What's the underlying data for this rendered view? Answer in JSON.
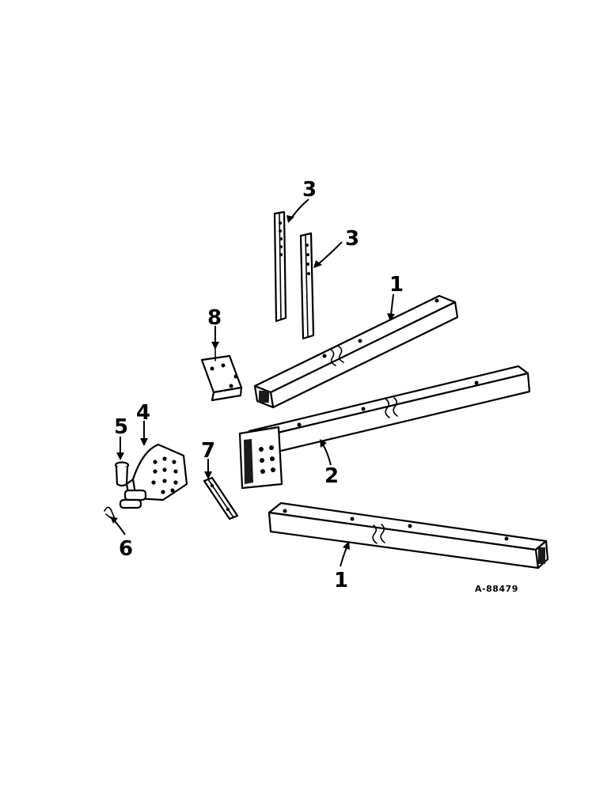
{
  "callouts": {
    "c3a": "3",
    "c3b": "3",
    "c1a": "1",
    "c8": "8",
    "c4": "4",
    "c5": "5",
    "c7": "7",
    "c2": "2",
    "c6": "6",
    "c1b": "1"
  },
  "reference_code": "A-88479"
}
